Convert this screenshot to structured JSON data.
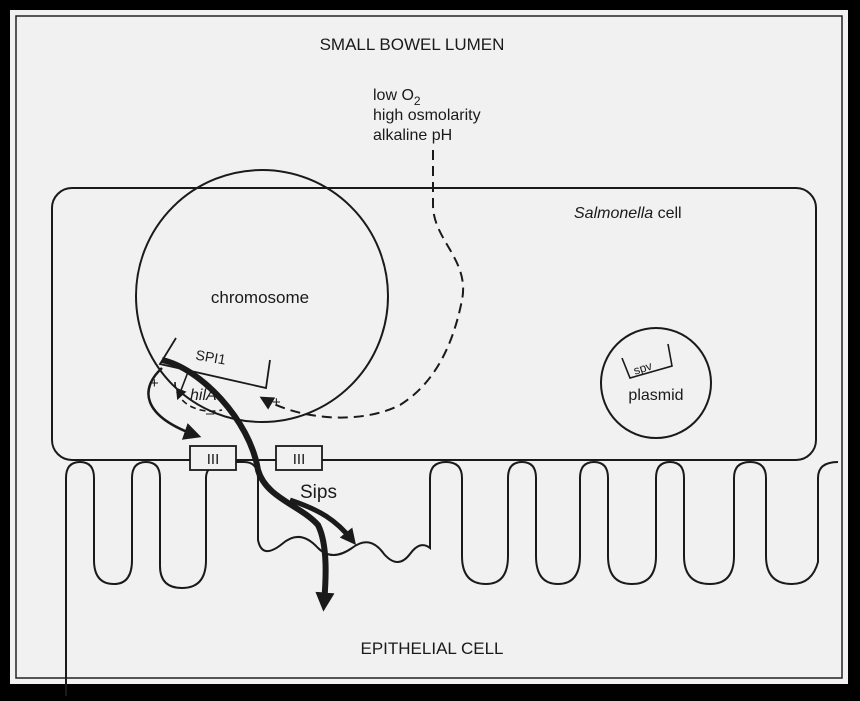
{
  "diagram": {
    "title": "SMALL BOWEL LUMEN",
    "conditions": {
      "line1_prefix": "low O",
      "line1_sub": "2",
      "line2": "high osmolarity",
      "line3": "alkaline pH"
    },
    "cell_label": {
      "italic": "Salmonella",
      "rest": " cell"
    },
    "chromosome_label": "chromosome",
    "spi_label": "SPI1",
    "hila_label": "hilA",
    "plus_sign": "+",
    "minus_sign": "–",
    "plasmid_label": "plasmid",
    "spv_label": "spv",
    "secretion_box_label": "III",
    "sips_label": "Sips",
    "bottom_label": "EPITHELIAL CELL"
  },
  "colors": {
    "frame": "#000000",
    "paper": "#f1f1f1",
    "ink": "#1a1a1a"
  }
}
